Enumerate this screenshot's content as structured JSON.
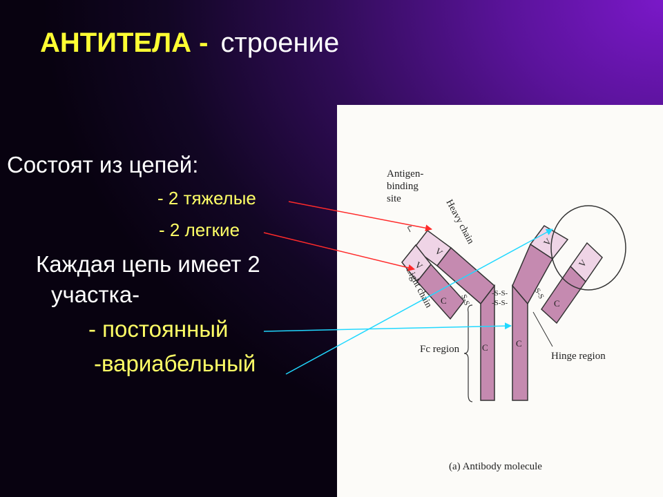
{
  "title": {
    "bold": "АНТИТЕЛА -",
    "normal": "строение"
  },
  "body": {
    "line1": "Состоят из цепей:",
    "heavy": "- 2 тяжелые",
    "light": " - 2 легкие",
    "line2a": "Каждая цепь имеет 2",
    "line2b": "участка-",
    "constant": "- постоянный",
    "variable": "-вариабельный"
  },
  "diagram": {
    "antigen_site_1": "Antigen-",
    "antigen_site_2": "binding",
    "antigen_site_3": "site",
    "heavy_chain": "Heavy chain",
    "light_chain": "Light chain",
    "fc_region": "Fc region",
    "hinge_region": "Hinge region",
    "ss": "S-S",
    "ss_center_1": "-S-S-",
    "ss_center_2": "-S-S-",
    "v": "V",
    "c": "C",
    "caption": "(a) Antibody molecule"
  },
  "colors": {
    "title": "#ffff33",
    "accent_text": "#ffff66",
    "arrow_red": "#ff2a2a",
    "arrow_cyan": "#20d8ff",
    "chain_dark": "#c58ab0",
    "chain_light": "#efd4e6"
  }
}
